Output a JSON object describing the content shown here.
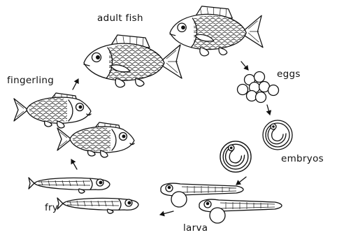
{
  "diagram": {
    "labels": {
      "adult_fish": "adult fish",
      "eggs": "eggs",
      "embryos": "embryos",
      "larva": "larva",
      "fry": "fry",
      "fingerling": "fingerling"
    },
    "colors": {
      "ink": "#111111",
      "background": "#ffffff"
    }
  }
}
